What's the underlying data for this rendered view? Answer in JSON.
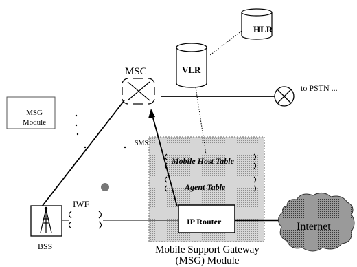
{
  "labels": {
    "msc": "MSC",
    "hlr": "HLR",
    "vlr": "VLR",
    "pstn": "to PSTN ...",
    "msg_module_line1": "MSG",
    "msg_module_line2": "Module",
    "sms": "SMS",
    "mobile_host_table": "Mobile Host Table",
    "agent_table": "Agent Table",
    "ip_router": "IP Router",
    "iwf": "IWF",
    "bss": "BSS",
    "internet": "Internet",
    "msg_caption_line1": "Mobile Support Gateway",
    "msg_caption_line2": "(MSG) Module"
  },
  "colors": {
    "msg_region_fill": "#c9c9c9",
    "internet_fill": "#8a8a8a",
    "line": "#000000"
  }
}
